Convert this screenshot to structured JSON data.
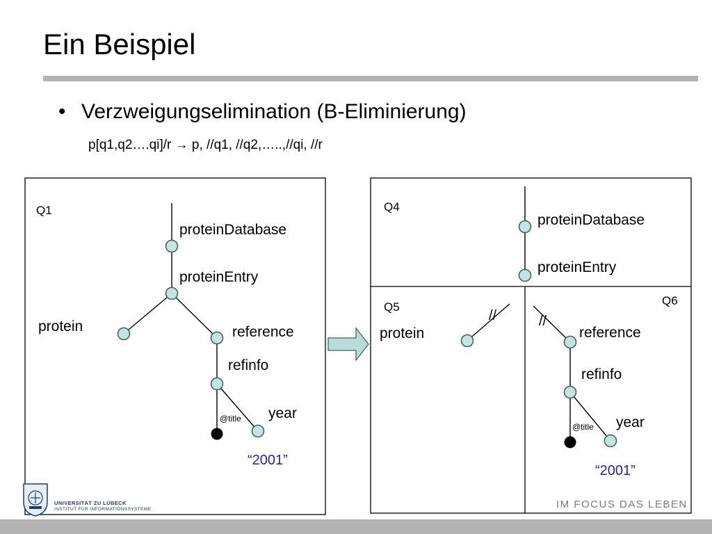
{
  "slide": {
    "title": "Ein Beispiel",
    "bullet": "Verzweigungselimination (B-Eliminierung)",
    "formula": "p[q1,q2….qi]/r    →  p, //q1, //q2,…..,//qi, //r"
  },
  "left_query": {
    "label": "Q1",
    "nodes": {
      "proteinDatabase": "proteinDatabase",
      "proteinEntry": "proteinEntry",
      "protein": "protein",
      "reference": "reference",
      "refinfo": "refinfo",
      "title_attr": "@title",
      "year": "year",
      "value": "“2001”"
    }
  },
  "right_queries": {
    "q4": {
      "label": "Q4",
      "proteinDatabase": "proteinDatabase",
      "proteinEntry": "proteinEntry"
    },
    "q5": {
      "label": "Q5",
      "protein": "protein",
      "descendant": "//"
    },
    "q6": {
      "label": "Q6",
      "descendant": "//",
      "reference": "reference",
      "refinfo": "refinfo",
      "title_attr": "@title",
      "year": "year",
      "value": "“2001”"
    }
  },
  "footer": {
    "university": "UNIVERSITÄT ZU LÜBECK",
    "institute": "INSTITUT FÜR INFORMATIONSSYSTEME",
    "slogan": "IM FOCUS DAS LEBEN"
  },
  "colors": {
    "node_fill": "#c5e3e0",
    "node_stroke": "#3f6461",
    "value_text": "#1f1fbf",
    "arrow_fill": "#b9dcd9",
    "gray_bar": "#b3b3b3"
  },
  "icons": {
    "transform_arrow": "right-arrow-icon",
    "university_logo": "university-seal-icon"
  }
}
